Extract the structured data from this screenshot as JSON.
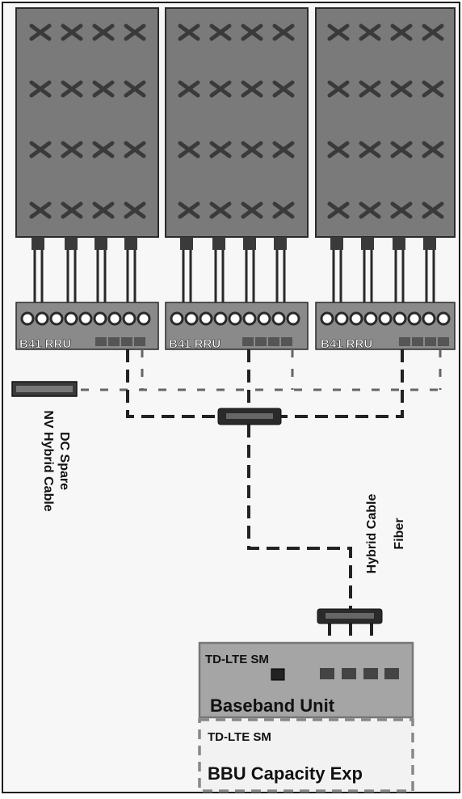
{
  "antennas": [
    {
      "id": "left",
      "rru_label": "B41 RRU"
    },
    {
      "id": "middle",
      "rru_label": "B41 RRU"
    },
    {
      "id": "right",
      "rru_label": "B41 RRU"
    }
  ],
  "labels": {
    "nv_cable_line1": "NV Hybrid Cable",
    "nv_cable_line2": "DC Spare",
    "hybrid_fiber_line1": "Hybrid Cable",
    "hybrid_fiber_line2": "Fiber"
  },
  "baseband": {
    "tag": "TD-LTE SM",
    "title": "Baseband Unit"
  },
  "capacity_exp": {
    "tag": "TD-LTE SM",
    "title": "BBU Capacity Exp"
  },
  "colors": {
    "panel_fill": "#7a7a7a",
    "panel_border": "#2a2a2a",
    "rru_fill": "#8a8a8a",
    "cable": "#222222",
    "bbu_fill": "#a5a5a5",
    "dashed_border": "#888888"
  }
}
